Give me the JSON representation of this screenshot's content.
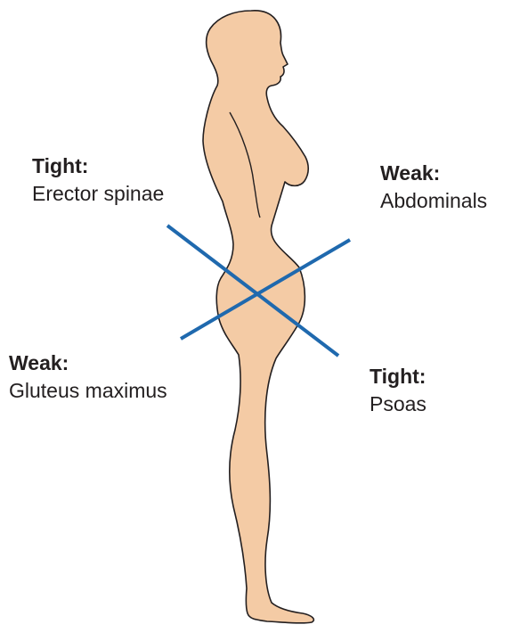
{
  "colors": {
    "skin": "#f4cba5",
    "outline": "#231f20",
    "cross_lines": "#1f69ae",
    "text": "#231f20"
  },
  "labels": {
    "erector": {
      "status": "Tight:",
      "muscle": "Erector spinae"
    },
    "abdominals": {
      "status": "Weak:",
      "muscle": "Abdominals"
    },
    "gluteus": {
      "status": "Weak:",
      "muscle": "Gluteus maximus"
    },
    "psoas": {
      "status": "Tight:",
      "muscle": "Psoas"
    }
  }
}
